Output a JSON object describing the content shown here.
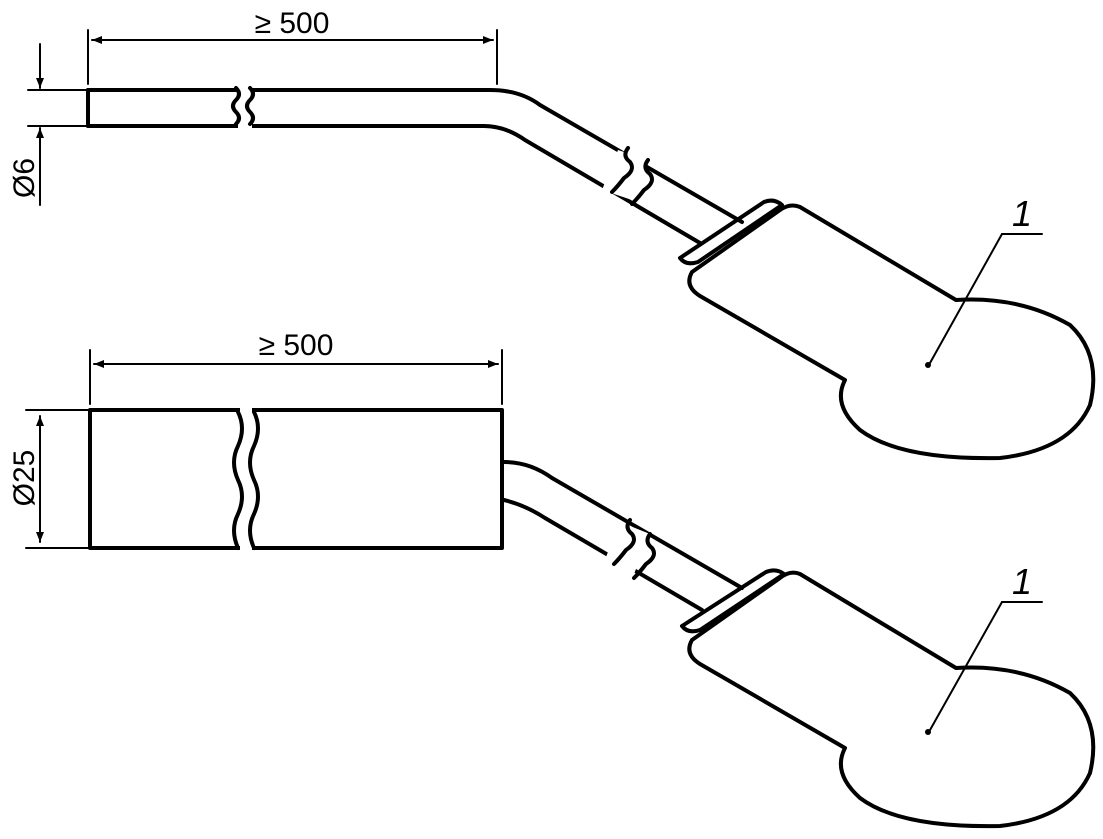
{
  "probes": [
    {
      "length_label": "≥ 500",
      "diameter_label": "Ø6",
      "callout": "1"
    },
    {
      "length_label": "≥ 500",
      "diameter_label": "Ø25",
      "callout": "1"
    }
  ]
}
